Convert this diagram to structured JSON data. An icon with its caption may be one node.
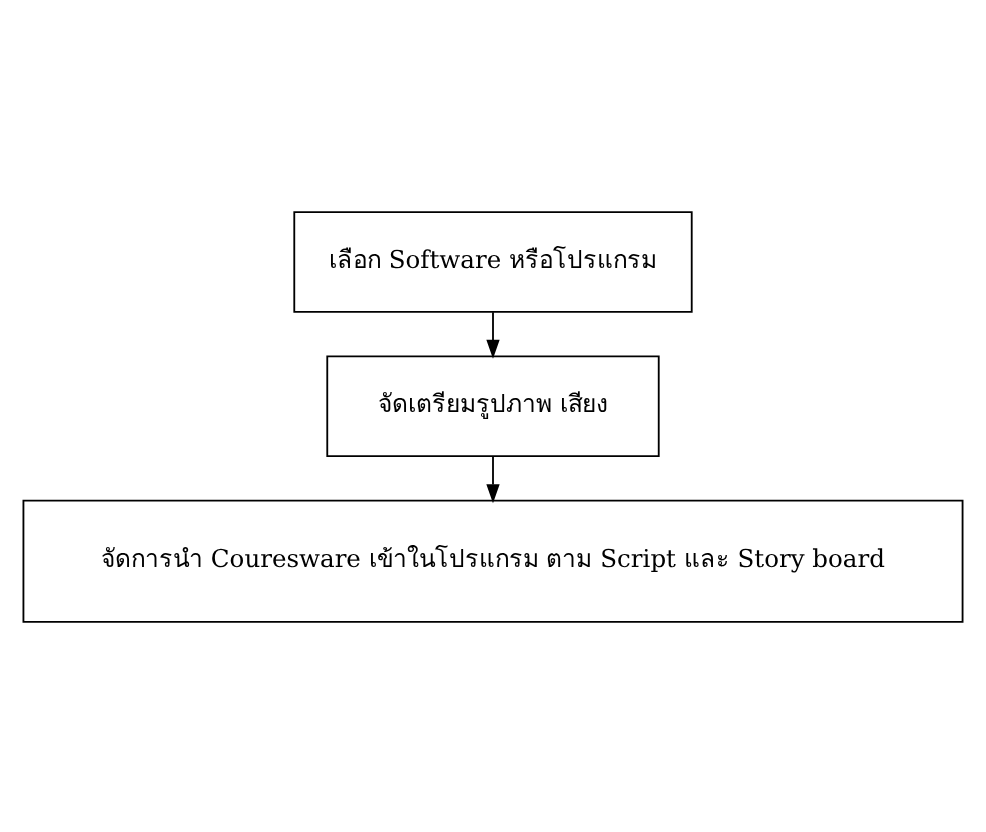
{
  "diagram": {
    "nodes": [
      {
        "text": [
          "เลือก Software หรือโปรแกรม"
        ]
      },
      {
        "text": [
          "จัดเตรียมรูปภาพ เสียง"
        ]
      },
      {
        "text": [
          "จัดการนำ Couresware เข้าในโปรแกรม ตาม Script และ Story board"
        ]
      }
    ],
    "edges": [
      {
        "from": 0,
        "to": 1,
        "arrow": "to"
      },
      {
        "from": 1,
        "to": 2,
        "arrow": "to"
      }
    ]
  }
}
